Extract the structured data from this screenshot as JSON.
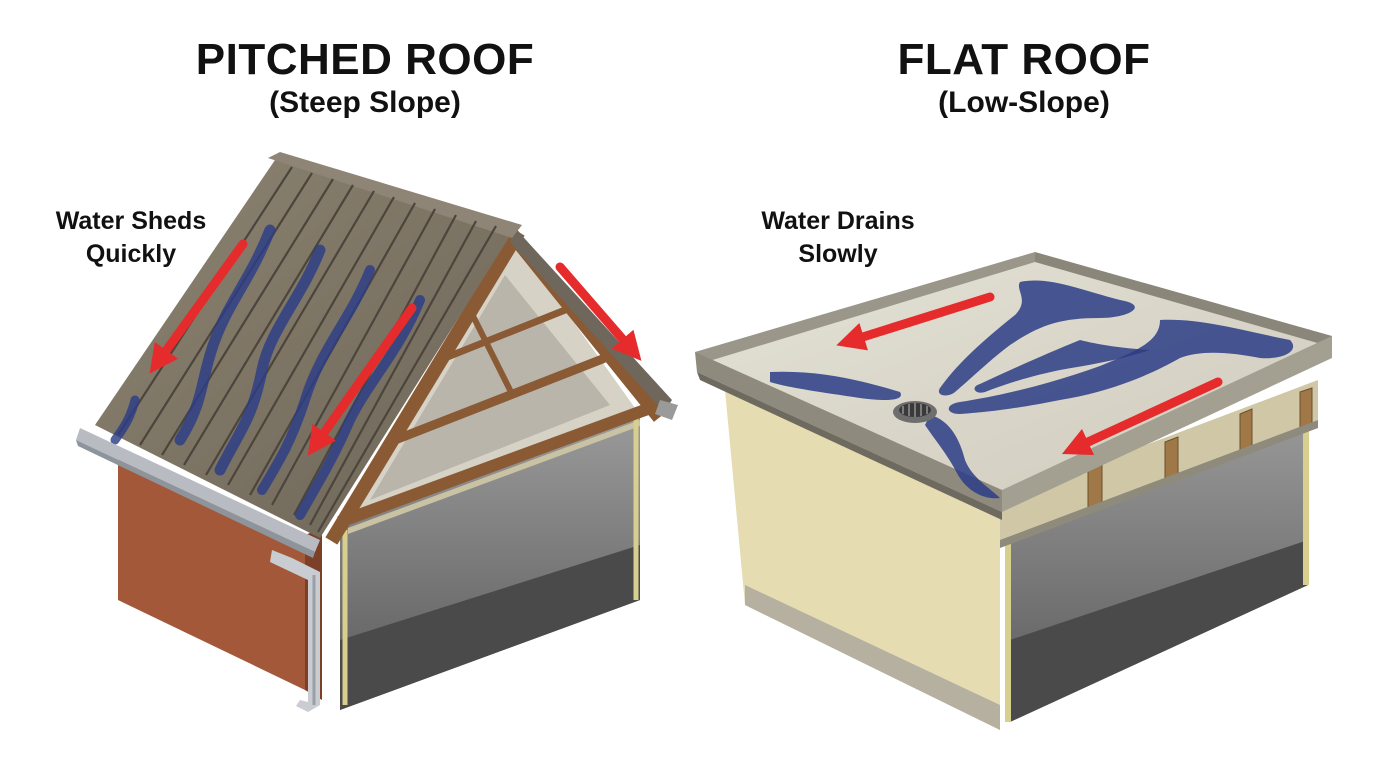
{
  "pitched": {
    "title": "PITCHED ROOF",
    "subtitle": "(Steep Slope)",
    "note_line1": "Water Sheds",
    "note_line2": "Quickly"
  },
  "flat": {
    "title": "FLAT ROOF",
    "subtitle": "(Low-Slope)",
    "note_line1": "Water Drains",
    "note_line2": "Slowly"
  },
  "colors": {
    "flow_arrow": "#e52b2b",
    "water": "#2c3d86",
    "metal_roof": "#7f7566",
    "brick_wall": "#a4583a",
    "timber": "#8a5a34",
    "membrane": "#d9d5c8",
    "flat_wall": "#e6dcb2"
  }
}
